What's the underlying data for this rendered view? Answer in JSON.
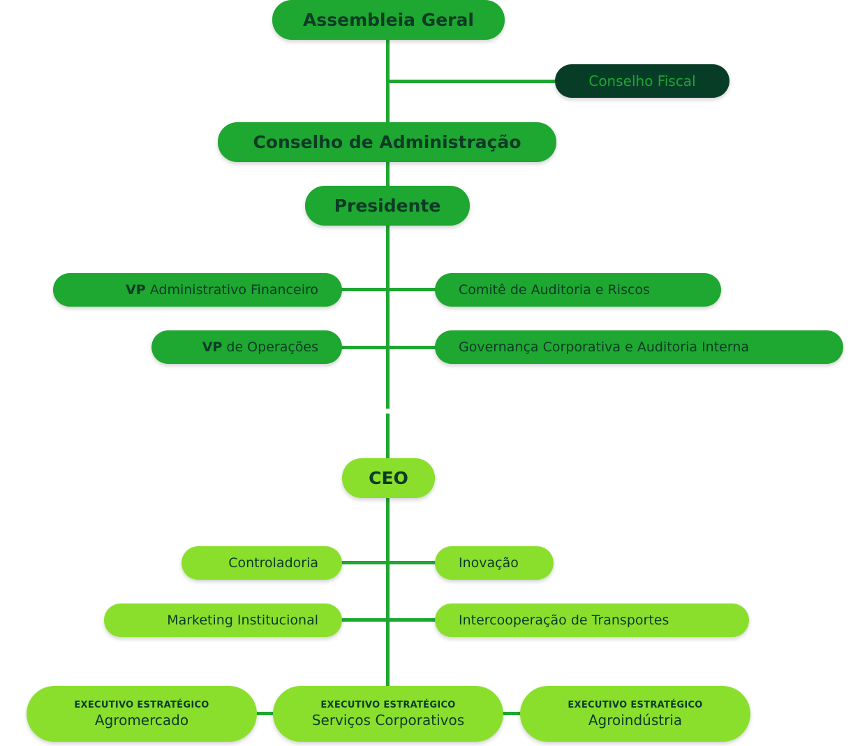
{
  "colors": {
    "dark_green": "#1ea731",
    "light_green": "#8adf2d",
    "navy": "#073d26",
    "text": "#0c3b26"
  },
  "governance": {
    "assembly": "Assembleia Geral",
    "fiscal_council": "Conselho Fiscal",
    "board": "Conselho de Administração",
    "president": "Presidente",
    "vp_prefix": "VP",
    "vp_finance": "Administrativo Financeiro",
    "vp_operations": "de Operações",
    "audit_committee": "Comitê de Auditoria e Riscos",
    "corporate_governance": "Governança Corporativa e Auditoria Interna"
  },
  "executive": {
    "ceo": "CEO",
    "controlling": "Controladoria",
    "innovation": "Inovação",
    "marketing": "Marketing Institucional",
    "transport": "Intercooperação de Transportes",
    "exec_caption": "EXECUTIVO ESTRATÉGICO",
    "agromarket": "Agromercado",
    "corporate_services": "Serviços Corporativos",
    "agroindustry": "Agroindústria"
  }
}
